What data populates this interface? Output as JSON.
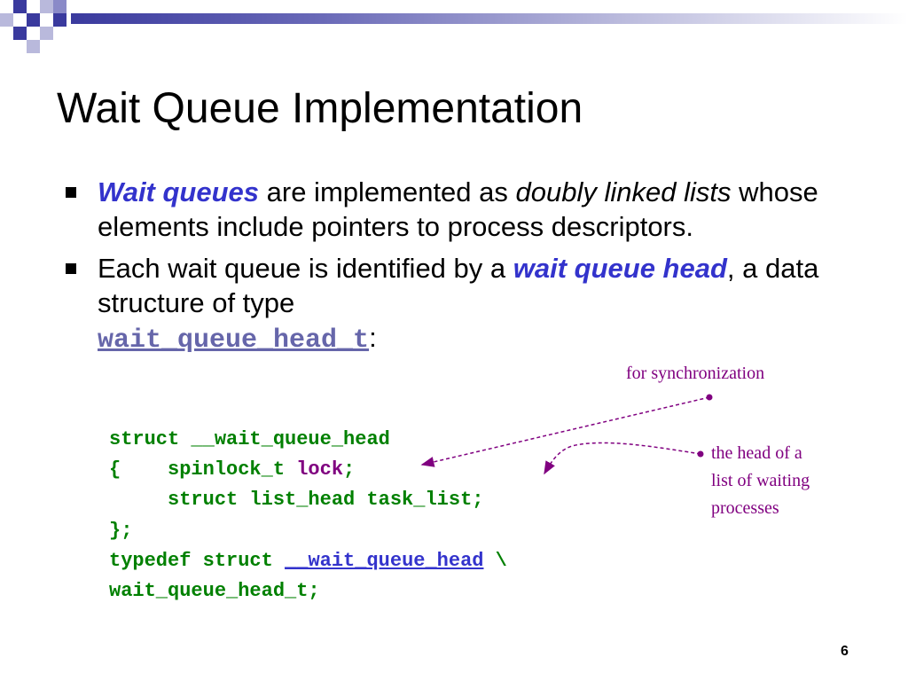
{
  "slide": {
    "title": "Wait Queue Implementation",
    "page_number": "6",
    "bullets": [
      {
        "segments": [
          {
            "text": "Wait queues",
            "style": "blue-bold-italic"
          },
          {
            "text": " are implemented as ",
            "style": "normal"
          },
          {
            "text": "doubly linked lists",
            "style": "italic"
          },
          {
            "text": " whose elements include pointers to process descriptors.",
            "style": "normal"
          }
        ]
      },
      {
        "segments": [
          {
            "text": "Each wait queue is identified by a ",
            "style": "normal"
          },
          {
            "text": "wait queue head",
            "style": "blue-bold-italic"
          },
          {
            "text": ", a data structure of type ",
            "style": "normal"
          },
          {
            "text": "wait_queue_head_t",
            "style": "mono-underline"
          },
          {
            "text": ":",
            "style": "normal"
          }
        ]
      }
    ],
    "code": {
      "line1": "struct __wait_queue_head",
      "line2_prefix": "{    spinlock_t ",
      "line2_lock": "lock",
      "line2_suffix": ";",
      "line3": "     struct list_head task_list;",
      "line4": "};",
      "line5_prefix": "typedef struct ",
      "line5_name": "__wait_queue_head",
      "line5_suffix": " \\",
      "line6": "wait_queue_head_t;"
    },
    "annotations": {
      "sync_note": "for synchronization",
      "head_note_line1": "the head of a",
      "head_note_line2": "list of waiting",
      "head_note_line3": "processes"
    },
    "colors": {
      "accent_blue": "#3333cc",
      "code_green": "#008000",
      "annotation_purple": "#800080",
      "deco_dark": "#3a3a9e",
      "deco_light": "#b9b9dc"
    }
  }
}
